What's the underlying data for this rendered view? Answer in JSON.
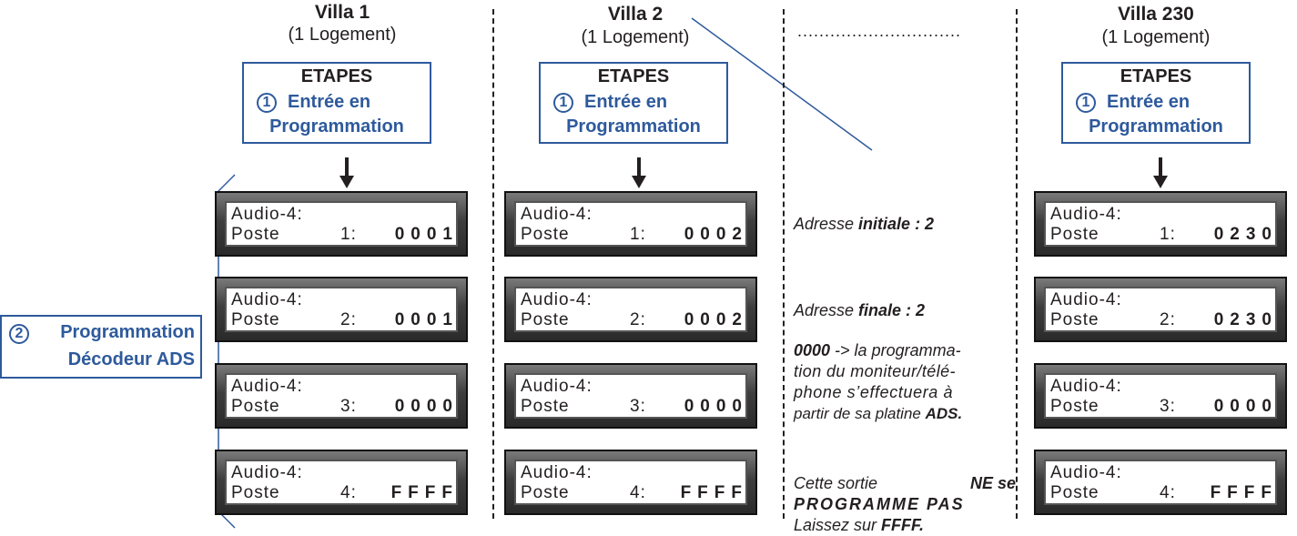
{
  "villas": [
    {
      "title": "Villa 1",
      "subtitle": "(1 Logement)"
    },
    {
      "title": "Villa 2",
      "subtitle": "(1 Logement)"
    },
    {
      "title": "Villa 230",
      "subtitle": "(1 Logement)"
    }
  ],
  "dotted_placeholder": "..............................",
  "etapes": {
    "title": "ETAPES",
    "step_number": "1",
    "line1": "Entrée en",
    "line2": "Programmation"
  },
  "lcd_label": "Audio-4:",
  "lcd_poste": "Poste",
  "lcd_rows": {
    "villa1": [
      {
        "index": "1:",
        "value": "0001"
      },
      {
        "index": "2:",
        "value": "0001"
      },
      {
        "index": "3:",
        "value": "0000"
      },
      {
        "index": "4:",
        "value": "FFFF"
      }
    ],
    "villa2": [
      {
        "index": "1:",
        "value": "0002"
      },
      {
        "index": "2:",
        "value": "0002"
      },
      {
        "index": "3:",
        "value": "0000"
      },
      {
        "index": "4:",
        "value": "FFFF"
      }
    ],
    "villa230": [
      {
        "index": "1:",
        "value": "0230"
      },
      {
        "index": "2:",
        "value": "0230"
      },
      {
        "index": "3:",
        "value": "0000"
      },
      {
        "index": "4:",
        "value": "FFFF"
      }
    ]
  },
  "notes": {
    "n1_a": "Adresse ",
    "n1_b": "initiale : 2",
    "n2_a": "Adresse ",
    "n2_b": "finale : 2",
    "n3_a": "0000",
    "n3_b": " -> la programma-",
    "n3_l2": "tion du moniteur/télé-",
    "n3_l3": "phone s’effectuera à",
    "n3_l4a": "partir de sa platine ",
    "n3_l4b": "ADS.",
    "n4_l1a": "Cette sortie ",
    "n4_l1b": "NE se",
    "n4_l2": "PROGRAMME PAS",
    "n4_l3a": "Laissez sur ",
    "n4_l3b": "FFFF."
  },
  "programmation": {
    "step_number": "2",
    "line1": "Programmation",
    "line2": "Décodeur ADS"
  },
  "colors": {
    "blue": "#2e5a9c",
    "text": "#231f20"
  }
}
